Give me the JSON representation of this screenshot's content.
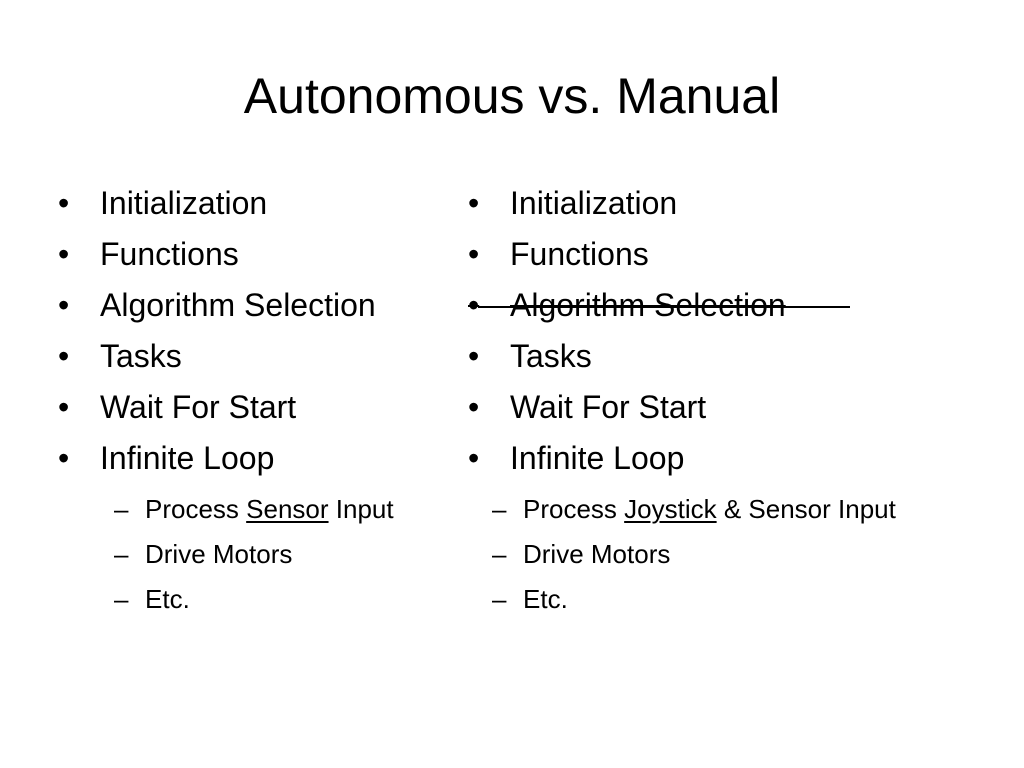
{
  "title": "Autonomous vs. Manual",
  "left": {
    "bullets": [
      "Initialization",
      "Functions",
      "Algorithm Selection",
      "Tasks",
      "Wait For Start",
      "Infinite Loop"
    ],
    "sub": {
      "item1_a": "Process ",
      "item1_u": "Sensor",
      "item1_b": " Input",
      "item2": "Drive Motors",
      "item3": "Etc."
    }
  },
  "right": {
    "bullets": [
      "Initialization",
      "Functions",
      "Algorithm Selection",
      "Tasks",
      "Wait For Start",
      "Infinite Loop"
    ],
    "sub": {
      "item1_a": "Process ",
      "item1_u": "Joystick",
      "item1_b": " & Sensor Input",
      "item2": "Drive Motors",
      "item3": "Etc."
    }
  },
  "glyphs": {
    "bullet": "•",
    "dash": "–"
  },
  "icons": {
    "bullet": "bullet-dot-icon",
    "dash": "dash-icon"
  }
}
